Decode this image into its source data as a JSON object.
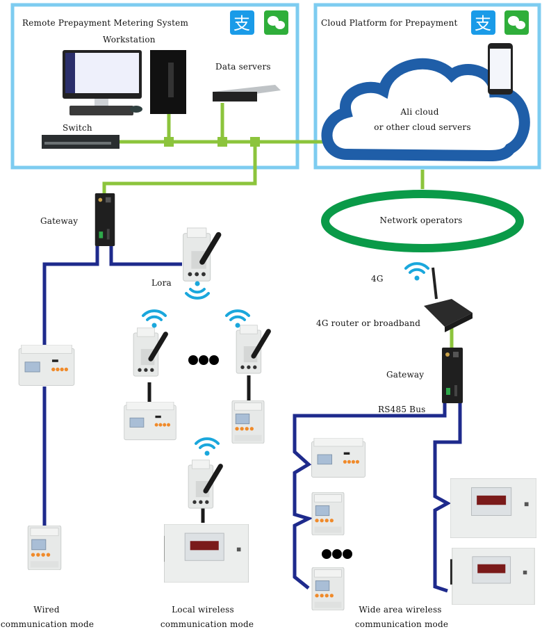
{
  "colors": {
    "panel_border": "#7dccf0",
    "ethernet": "#8cc43c",
    "rs485_bus": "#1e2a8c",
    "cloud": "#1f5ea8",
    "network_ring": "#0a9a48",
    "wifi": "#1aa7dc",
    "alipay": "#1a9be8",
    "wechat": "#2fae3a"
  },
  "left_panel": {
    "title": "Remote Prepayment Metering System",
    "workstation_label": "Workstation",
    "data_servers_label": "Data servers",
    "switch_label": "Switch",
    "payment_icons": [
      "alipay-icon",
      "wechat-icon"
    ]
  },
  "right_panel": {
    "title": "Cloud Platform for Prepayment",
    "cloud_line1": "Ali cloud",
    "cloud_line2": "or other cloud servers",
    "payment_icons": [
      "alipay-icon",
      "wechat-icon"
    ]
  },
  "network": {
    "ring_label": "Network operators",
    "link_4g_label": "4G",
    "router_label": "4G router or broadband",
    "gateway_right_label": "Gateway",
    "bus_label": "RS485 Bus"
  },
  "local": {
    "gateway_label": "Gateway",
    "lora_label": "Lora"
  },
  "modes": [
    {
      "line1": "Wired",
      "line2": "communication mode"
    },
    {
      "line1": "Local wireless",
      "line2": "communication mode"
    },
    {
      "line1": "Wide area wireless",
      "line2": "communication mode"
    }
  ]
}
